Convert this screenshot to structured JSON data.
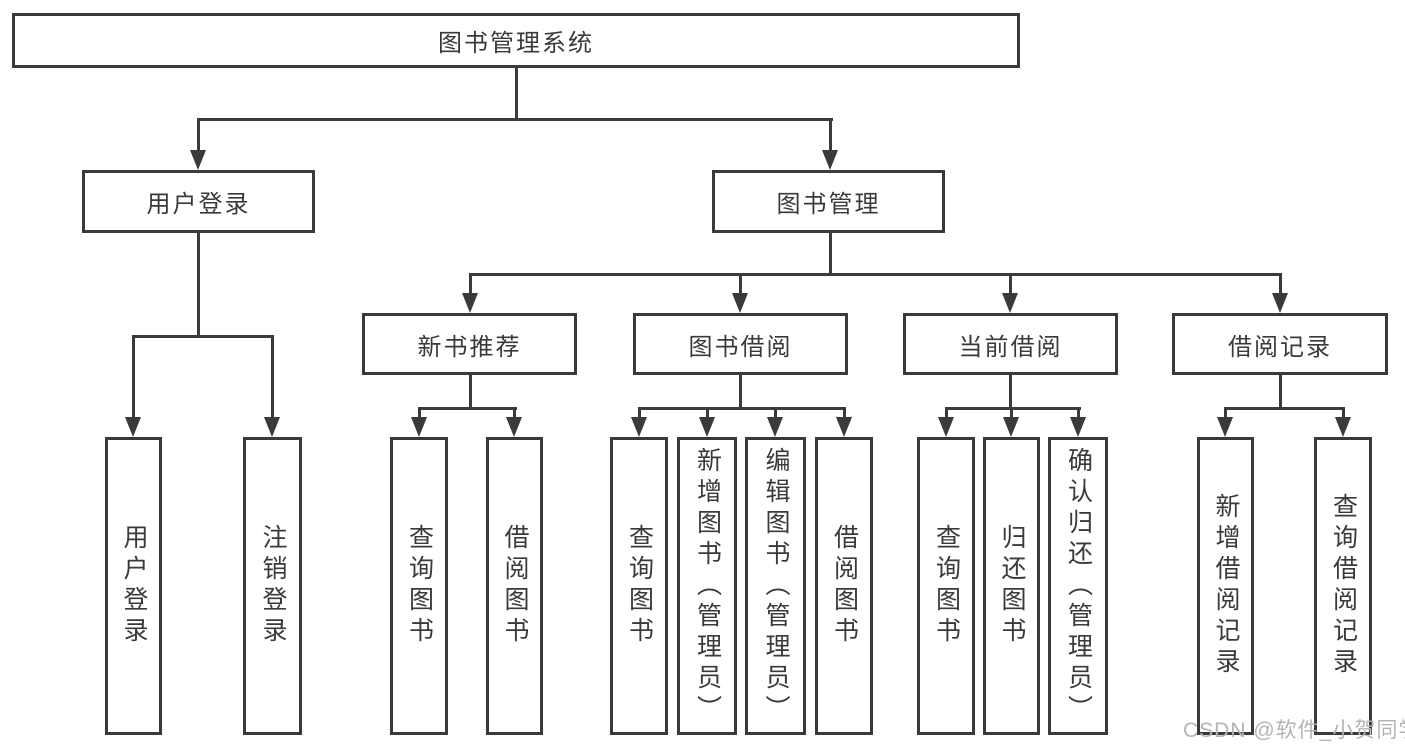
{
  "nodes": {
    "root": {
      "label": "图书管理系统"
    },
    "user_login": {
      "label": "用户登录"
    },
    "book_mgmt": {
      "label": "图书管理"
    },
    "new_book_rec": {
      "label": "新书推荐"
    },
    "book_borrow": {
      "label": "图书借阅"
    },
    "current_borrow": {
      "label": "当前借阅"
    },
    "borrow_record": {
      "label": "借阅记录"
    },
    "leaf_user_login": {
      "label": "用户登录"
    },
    "leaf_logout": {
      "label": "注销登录"
    },
    "leaf_rec_query_books": {
      "label": "查询图书"
    },
    "leaf_rec_borrow_books": {
      "label": "借阅图书"
    },
    "leaf_bb_query_books": {
      "label": "查询图书"
    },
    "leaf_bb_add_books": {
      "label": "新增图书（管理员）"
    },
    "leaf_bb_edit_books": {
      "label": "编辑图书（管理员）"
    },
    "leaf_bb_borrow_books": {
      "label": "借阅图书"
    },
    "leaf_cb_query_books": {
      "label": "查询图书"
    },
    "leaf_cb_return_books": {
      "label": "归还图书"
    },
    "leaf_cb_confirm_return": {
      "label": "确认归还（管理员）"
    },
    "leaf_br_add_record": {
      "label": "新增借阅记录"
    },
    "leaf_br_query_record": {
      "label": "查询借阅记录"
    }
  },
  "watermark": {
    "text": "CSDN @软件_小贺同学"
  },
  "colors": {
    "line": "#3a3a3a",
    "text": "#3a3a3a",
    "watermark": "#b4b4b4",
    "background": "#ffffff"
  }
}
